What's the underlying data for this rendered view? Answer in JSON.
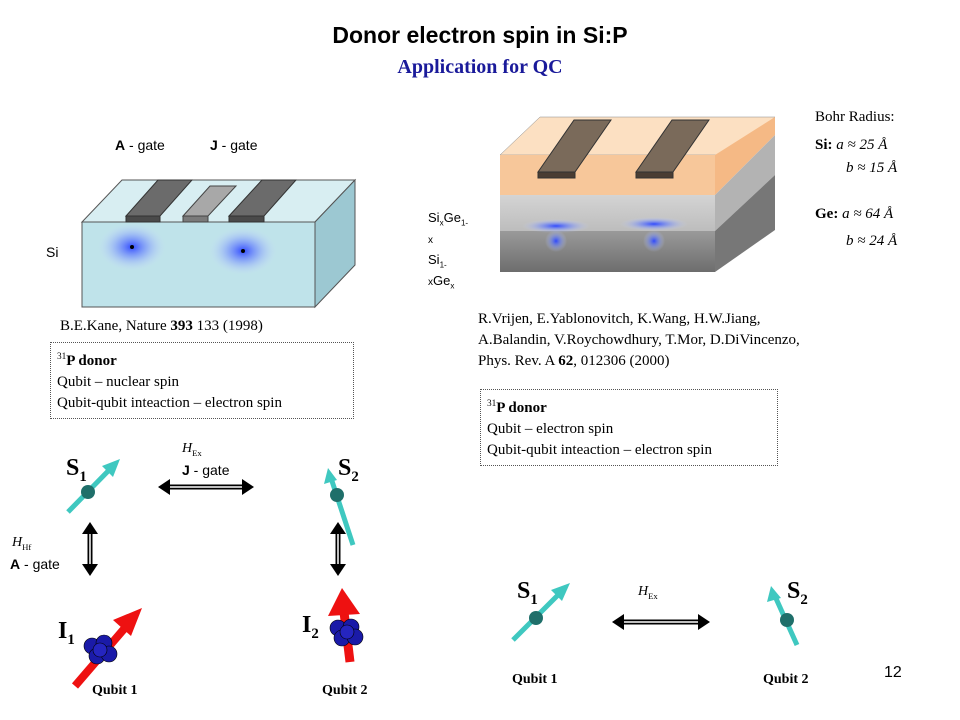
{
  "header": {
    "title": "Donor electron spin in Si:P",
    "subtitle": "Application for QC"
  },
  "kane": {
    "a_gate_bold": "A",
    "a_gate_rest": " - gate",
    "j_gate_bold": "J",
    "j_gate_rest": " - gate",
    "si_label": "Si",
    "ref_prefix": "B.E.Kane, Nature ",
    "ref_volume": "393",
    "ref_suffix": " 133 (1998)",
    "box": {
      "isotope": "31",
      "donor": "P donor",
      "line1": "Qubit – nuclear spin",
      "line2": "Qubit-qubit inteaction – electron spin"
    }
  },
  "vrijen": {
    "layer1_a": "Si",
    "layer1_b": "x",
    "layer1_c": "Ge",
    "layer1_d": "1-",
    "layer1_e": "x",
    "layer2_a": "Si",
    "layer2_b": "1-",
    "layer2_c": "x",
    "layer2_d": "Ge",
    "layer2_e": "x",
    "ref_line1": "R.Vrijen, E.Yablonovitch, K.Wang, H.W.Jiang,",
    "ref_line2": "A.Balandin, V.Roychowdhury, T.Mor, D.DiVincenzo,",
    "ref_line3_prefix": "Phys. Rev. A ",
    "ref_line3_volume": "62",
    "ref_line3_suffix": ", 012306 (2000)",
    "box": {
      "isotope": "31",
      "donor": "P donor",
      "line1": "Qubit – electron spin",
      "line2": "Qubit-qubit inteaction – electron spin"
    }
  },
  "bohr": {
    "heading": "Bohr Radius:",
    "si_label": "Si:",
    "si_a": " a ≈  25 Å",
    "si_b": "b ≈ 15 Å",
    "ge_label": "Ge:",
    "ge_a": " a ≈ 64 Å",
    "ge_b": "b ≈ 24 Å"
  },
  "left_diagram": {
    "s1_main": "S",
    "s1_sub": "1",
    "s2_main": "S",
    "s2_sub": "2",
    "i1_main": "I",
    "i1_sub": "1",
    "i2_main": "I",
    "i2_sub": "2",
    "hex_main": "H",
    "hex_sub": "Ex",
    "jgate_bold": "J",
    "jgate_rest": " - gate",
    "hhf_main": "H",
    "hhf_sub": "Hf",
    "agate_bold": "A",
    "agate_rest": " - gate",
    "qubit1": "Qubit 1",
    "qubit2": "Qubit 2"
  },
  "right_diagram": {
    "s1_main": "S",
    "s1_sub": "1",
    "s2_main": "S",
    "s2_sub": "2",
    "hex_main": "H",
    "hex_sub": "Ex",
    "qubit1": "Qubit 1",
    "qubit2": "Qubit 2"
  },
  "page_number": "12",
  "colors": {
    "subtitle": "#1a1a9a",
    "spin_arrow": "#3fc8c0",
    "nuclear_arrow": "#ee1111",
    "nucleus": "#1a1aa8",
    "electron_cloud": "#3355ff",
    "substrate": "#bfe3ea",
    "oxide_layer": "#f7c79a"
  }
}
